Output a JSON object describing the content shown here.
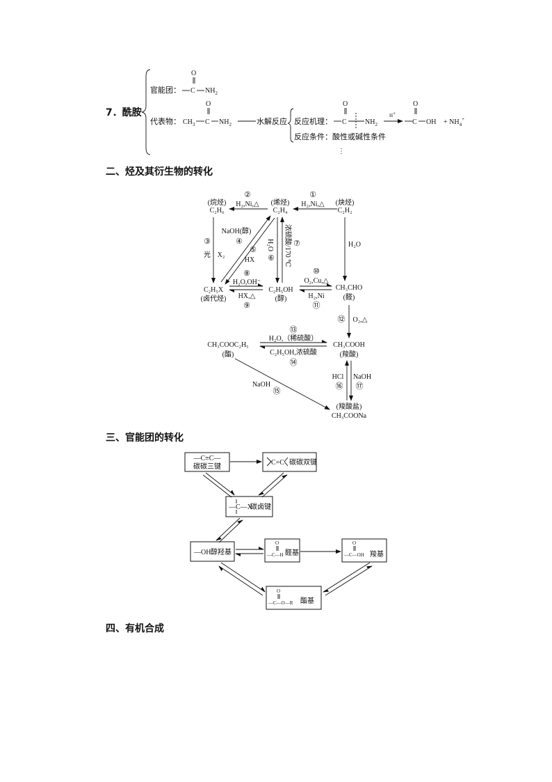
{
  "amide": {
    "number_title": "7．酰胺",
    "functional_group_label": "官能团：",
    "representative_label": "代表物：",
    "ch3": "CH",
    "ch3_sub": "3",
    "c": "C",
    "o": "O",
    "nh2": "NH",
    "nh2_sub": "2",
    "hydrolysis": "水解反应",
    "mechanism_label": "反应机理：",
    "h_plus": "H",
    "h_sup": "+",
    "oh": "OH",
    "nh4": "+ NH",
    "nh4_sub": "4",
    "nh4_sup": "+",
    "conditions": "反应条件：酸性或碱性条件",
    "ellipsis": "⋮"
  },
  "section2": {
    "title": "二、烃及其衍生物的转化",
    "alkane": {
      "cls": "(烷烃)",
      "formula": "C₂H₆"
    },
    "alkene": {
      "cls": "(烯烃)",
      "formula": "C₂H₄"
    },
    "alkyne": {
      "cls": "(炔烃)",
      "formula": "C₂H₂"
    },
    "halide": {
      "formula": "C₂H₅X",
      "cls": "(卤代烃)"
    },
    "alcohol": {
      "formula": "C₂H₅OH",
      "cls": "(醇)"
    },
    "aldehyde": {
      "formula": "CH₃CHO",
      "cls": "(醛)"
    },
    "ester": {
      "formula": "CH₃COOC₂H₅",
      "cls": "(酯)"
    },
    "acid": {
      "formula": "CH₃COOH",
      "cls": "(羧酸)"
    },
    "salt": {
      "cls": "(羧酸盐)",
      "formula": "CH₃COONa"
    },
    "r1": {
      "num": "①",
      "cond": "H₂,Ni,△"
    },
    "r2": {
      "num": "②",
      "cond": "H₂,Ni,△"
    },
    "r3": {
      "num": "③",
      "cond1": "光",
      "cond2": "X₂"
    },
    "r4": {
      "num": "④",
      "cond": "NaOH(醇)"
    },
    "r5": {
      "num": "⑤",
      "cond": "HX"
    },
    "r6": {
      "num": "⑥",
      "cond": "H₂O"
    },
    "r7": {
      "num": "⑦",
      "cond": "浓硫酸/170 ℃"
    },
    "r8": {
      "num": "⑧",
      "cond": "H₂O,OH⁻"
    },
    "r9": {
      "num": "⑨",
      "cond": "HX,△"
    },
    "r10": {
      "num": "⑩",
      "cond": "O₂,Cu,△"
    },
    "r11": {
      "num": "⑪",
      "cond": "H₂,Ni"
    },
    "r12": {
      "num": "⑫",
      "cond": "O₂,△"
    },
    "r13": {
      "num": "⑬",
      "cond": "H₂O,（稀硫酸）"
    },
    "r14": {
      "num": "⑭",
      "cond": "C₂H₅OH,浓硫酸"
    },
    "r15": {
      "num": "⑮",
      "cond": "NaOH"
    },
    "r16": {
      "num": "⑯",
      "cond": "HCl"
    },
    "r17": {
      "num": "⑰",
      "cond": "NaOH"
    },
    "alkyne_water": "H₂O"
  },
  "section3": {
    "title": "三、官能团的转化",
    "triple": {
      "formula": "—C≡C—",
      "label": "碳碳三键"
    },
    "double": {
      "formula": "C=C",
      "label": "碳碳双键"
    },
    "halogen": {
      "formula": "—C—X",
      "label": "碳卤键"
    },
    "hydroxyl": {
      "formula": "—OH",
      "label": "醇羟基"
    },
    "aldehyde": {
      "o": "O",
      "formula": "—C—H",
      "label": "醛基"
    },
    "carboxyl": {
      "o": "O",
      "formula": "—C—OH",
      "label": "羧基"
    },
    "ester": {
      "o": "O",
      "formula": "—C—O—R",
      "label": "酯基"
    }
  },
  "section4": {
    "title": "四、有机合成"
  }
}
